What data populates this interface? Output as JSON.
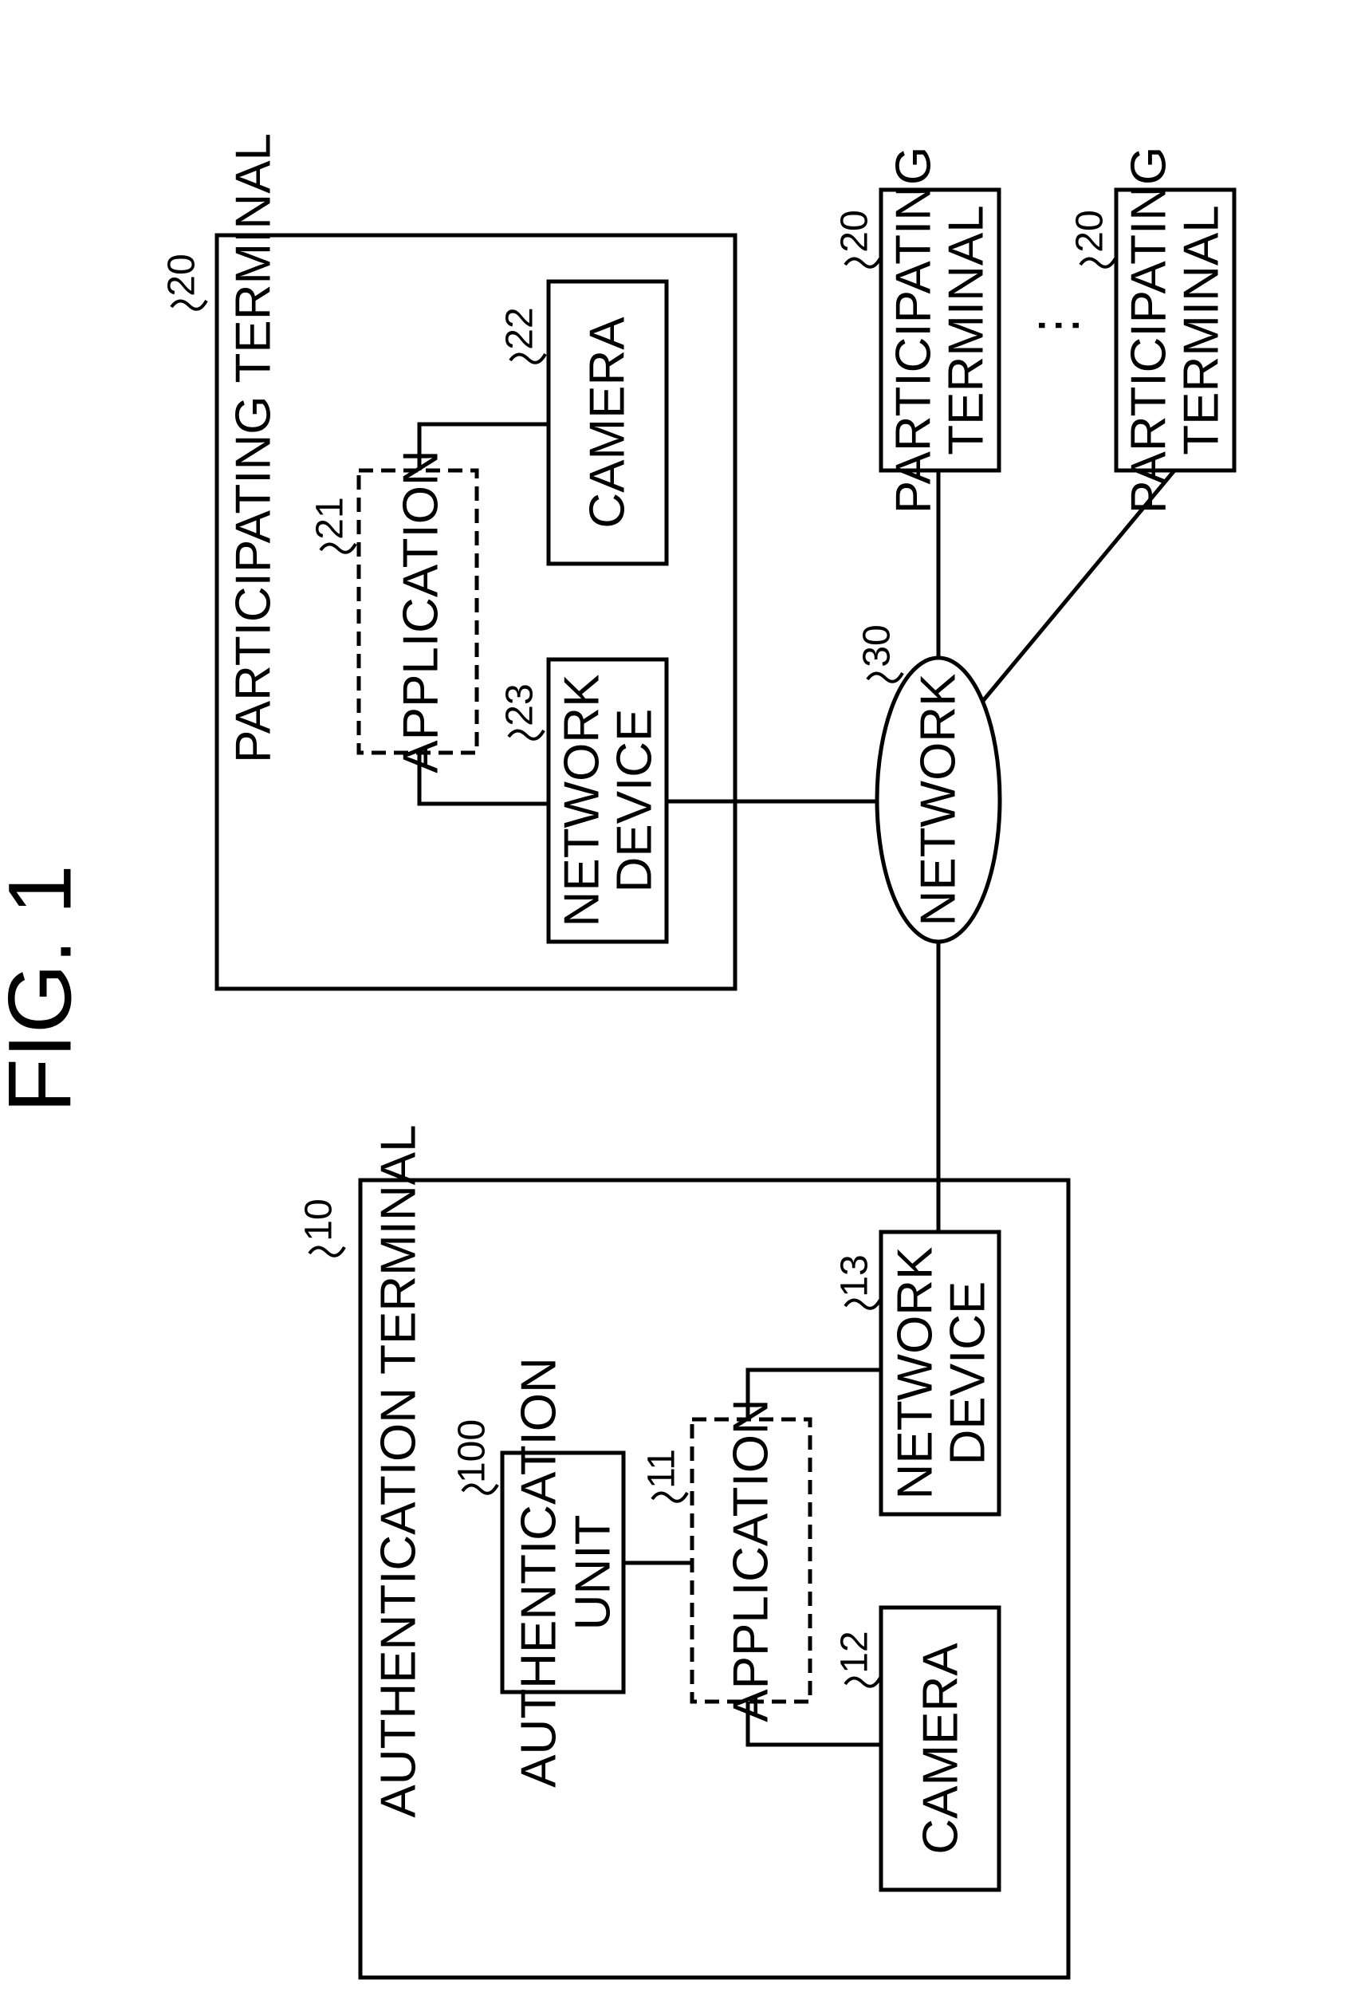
{
  "figure_title": "FIG. 1",
  "auth_terminal": {
    "title": "AUTHENTICATION TERMINAL",
    "ref": "10",
    "auth_unit": {
      "line1": "AUTHENTICATION",
      "line2": "UNIT",
      "ref": "100"
    },
    "application": {
      "label": "APPLICATION",
      "ref": "11"
    },
    "camera": {
      "label": "CAMERA",
      "ref": "12"
    },
    "network_device": {
      "line1": "NETWORK",
      "line2": "DEVICE",
      "ref": "13"
    }
  },
  "participating_terminal": {
    "title": "PARTICIPATING TERMINAL",
    "ref": "20",
    "application": {
      "label": "APPLICATION",
      "ref": "21"
    },
    "camera": {
      "label": "CAMERA",
      "ref": "22"
    },
    "network_device": {
      "line1": "NETWORK",
      "line2": "DEVICE",
      "ref": "23"
    }
  },
  "network": {
    "label": "NETWORK",
    "ref": "30"
  },
  "other_terminals": [
    {
      "line1": "PARTICIPATING",
      "line2": "TERMINAL",
      "ref": "20"
    },
    {
      "line1": "PARTICIPATING",
      "line2": "TERMINAL",
      "ref": "20"
    }
  ],
  "ellipsis": "⋮"
}
